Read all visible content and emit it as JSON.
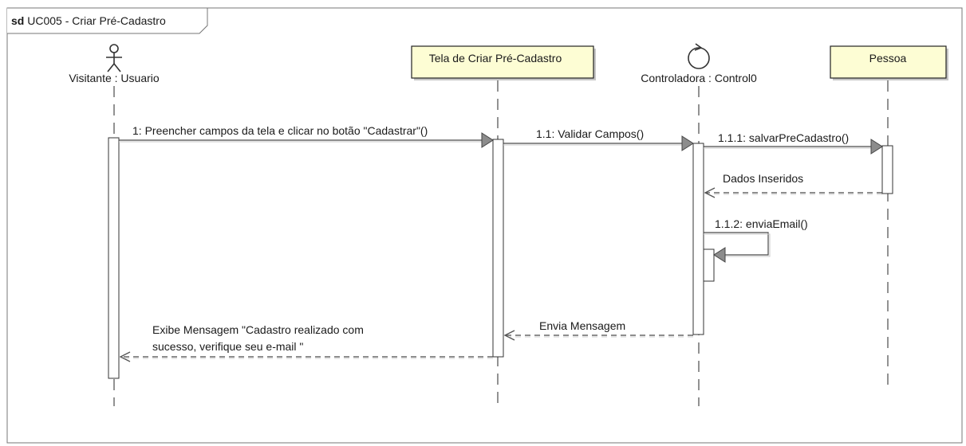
{
  "frame": {
    "keyword": "sd",
    "title": "UC005 - Criar Pré-Cadastro"
  },
  "lifelines": {
    "visitante": {
      "label": "Visitante : Usuario",
      "kind": "actor"
    },
    "tela": {
      "label": "Tela de Criar Pré-Cadastro",
      "kind": "object"
    },
    "controladora": {
      "label": "Controladora : Control0",
      "kind": "control"
    },
    "pessoa": {
      "label": "Pessoa",
      "kind": "object"
    }
  },
  "messages": {
    "m1": "1: Preencher  campos da tela e clicar no botão \"Cadastrar\"()",
    "m11": "1.1: Validar Campos()",
    "m111": "1.1.1: salvarPreCadastro()",
    "r111": "Dados Inseridos",
    "m112": "1.1.2: enviaEmail()",
    "r11": "Envia Mensagem",
    "r1_line1": "Exibe Mensagem \"Cadastro realizado com",
    "r1_line2": "sucesso, verifique seu e-mail \""
  },
  "colors": {
    "object_fill": "#fdfdd4",
    "line": "#4a4a4a",
    "arrowhead_fill": "#8c8c8c",
    "text": "#1a1a1a"
  }
}
